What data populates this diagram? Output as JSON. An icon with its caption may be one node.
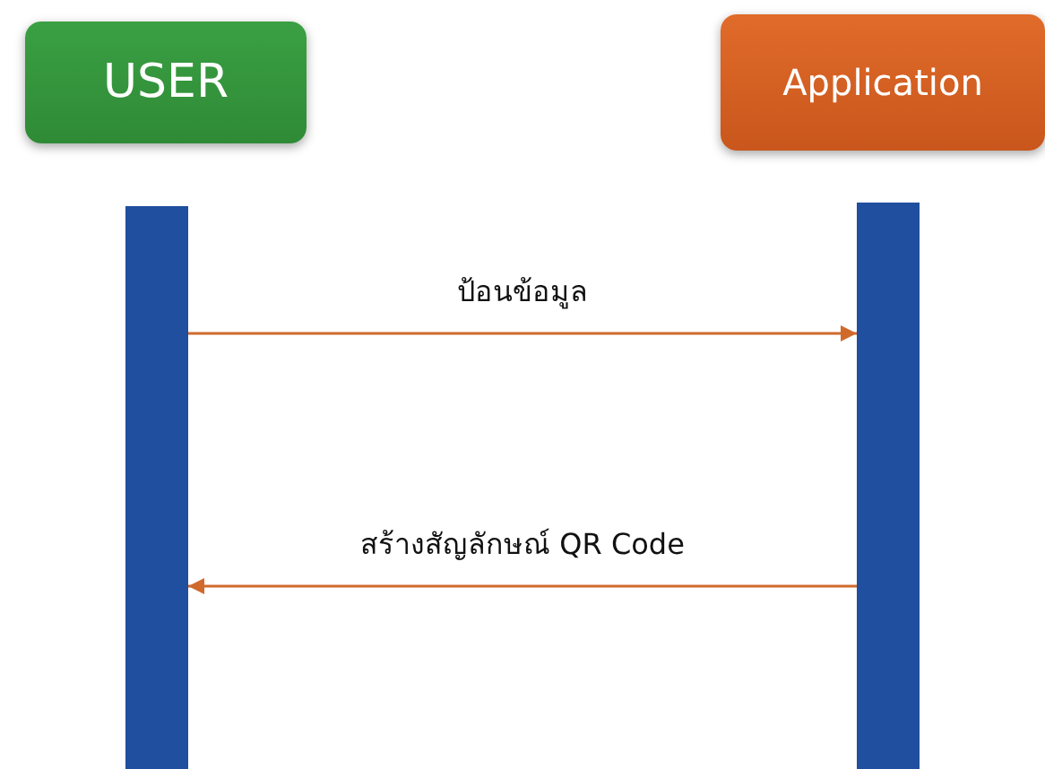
{
  "diagram": {
    "nodes": [
      {
        "text": [
          "USER"
        ]
      },
      {
        "text": [
          "Application"
        ]
      },
      {
        "text": [],
        "shape": "bar"
      },
      {
        "text": [],
        "shape": "bar"
      }
    ],
    "edges": [
      {
        "from": 2,
        "to": 3,
        "arrow": "to",
        "label": "ป้อนข้อมูล"
      },
      {
        "from": 3,
        "to": 2,
        "arrow": "to",
        "label": "สร้างสัญลักษณ์ QR Code"
      }
    ]
  }
}
